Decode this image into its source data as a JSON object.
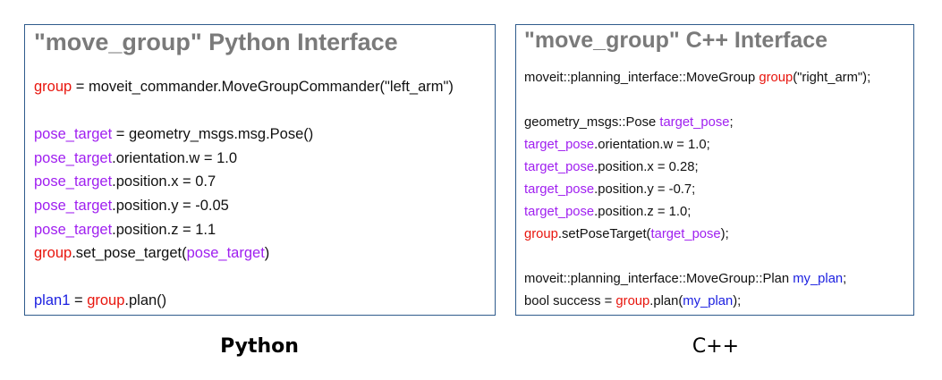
{
  "python": {
    "title": "\"move_group\" Python Interface",
    "lines": [
      [
        {
          "t": "group",
          "c": "red"
        },
        {
          "t": " = moveit_commander.MoveGroupCommander(\"left_arm\")",
          "c": "black"
        }
      ],
      [],
      [
        {
          "t": "pose_target",
          "c": "purple"
        },
        {
          "t": " = geometry_msgs.msg.Pose()",
          "c": "black"
        }
      ],
      [
        {
          "t": "pose_target",
          "c": "purple"
        },
        {
          "t": ".orientation.w = 1.0",
          "c": "black"
        }
      ],
      [
        {
          "t": "pose_target",
          "c": "purple"
        },
        {
          "t": ".position.x = 0.7",
          "c": "black"
        }
      ],
      [
        {
          "t": "pose_target",
          "c": "purple"
        },
        {
          "t": ".position.y = -0.05",
          "c": "black"
        }
      ],
      [
        {
          "t": "pose_target",
          "c": "purple"
        },
        {
          "t": ".position.z = 1.1",
          "c": "black"
        }
      ],
      [
        {
          "t": "group",
          "c": "red"
        },
        {
          "t": ".set_pose_target(",
          "c": "black"
        },
        {
          "t": "pose_target",
          "c": "purple"
        },
        {
          "t": ")",
          "c": "black"
        }
      ],
      [],
      [
        {
          "t": "plan1",
          "c": "blue"
        },
        {
          "t": " = ",
          "c": "black"
        },
        {
          "t": "group",
          "c": "red"
        },
        {
          "t": ".plan()",
          "c": "black"
        }
      ]
    ],
    "caption": "Python"
  },
  "cpp": {
    "title": "\"move_group\" C++ Interface",
    "lines": [
      [
        {
          "t": "moveit::planning_interface::MoveGroup ",
          "c": "black"
        },
        {
          "t": "group",
          "c": "red"
        },
        {
          "t": "(\"right_arm\");",
          "c": "black"
        }
      ],
      [],
      [
        {
          "t": "geometry_msgs::Pose ",
          "c": "black"
        },
        {
          "t": "target_pose",
          "c": "purple"
        },
        {
          "t": ";",
          "c": "black"
        }
      ],
      [
        {
          "t": "target_pose",
          "c": "purple"
        },
        {
          "t": ".orientation.w = 1.0;",
          "c": "black"
        }
      ],
      [
        {
          "t": "target_pose",
          "c": "purple"
        },
        {
          "t": ".position.x = 0.28;",
          "c": "black"
        }
      ],
      [
        {
          "t": "target_pose",
          "c": "purple"
        },
        {
          "t": ".position.y = -0.7;",
          "c": "black"
        }
      ],
      [
        {
          "t": "target_pose",
          "c": "purple"
        },
        {
          "t": ".position.z = 1.0;",
          "c": "black"
        }
      ],
      [
        {
          "t": "group",
          "c": "red"
        },
        {
          "t": ".setPoseTarget(",
          "c": "black"
        },
        {
          "t": "target_pose",
          "c": "purple"
        },
        {
          "t": ");",
          "c": "black"
        }
      ],
      [],
      [
        {
          "t": "moveit::planning_interface::MoveGroup::Plan ",
          "c": "black"
        },
        {
          "t": "my_plan",
          "c": "blue"
        },
        {
          "t": ";",
          "c": "black"
        }
      ],
      [
        {
          "t": "bool success = ",
          "c": "black"
        },
        {
          "t": "group",
          "c": "red"
        },
        {
          "t": ".plan(",
          "c": "black"
        },
        {
          "t": "my_plan",
          "c": "blue"
        },
        {
          "t": ");",
          "c": "black"
        }
      ]
    ],
    "caption": "C++"
  },
  "colors": {
    "purple": "#a020f0",
    "red": "#e8150d",
    "blue": "#1a1ee0",
    "title_gray": "#7a7a7a",
    "border": "#2f5b8c"
  }
}
